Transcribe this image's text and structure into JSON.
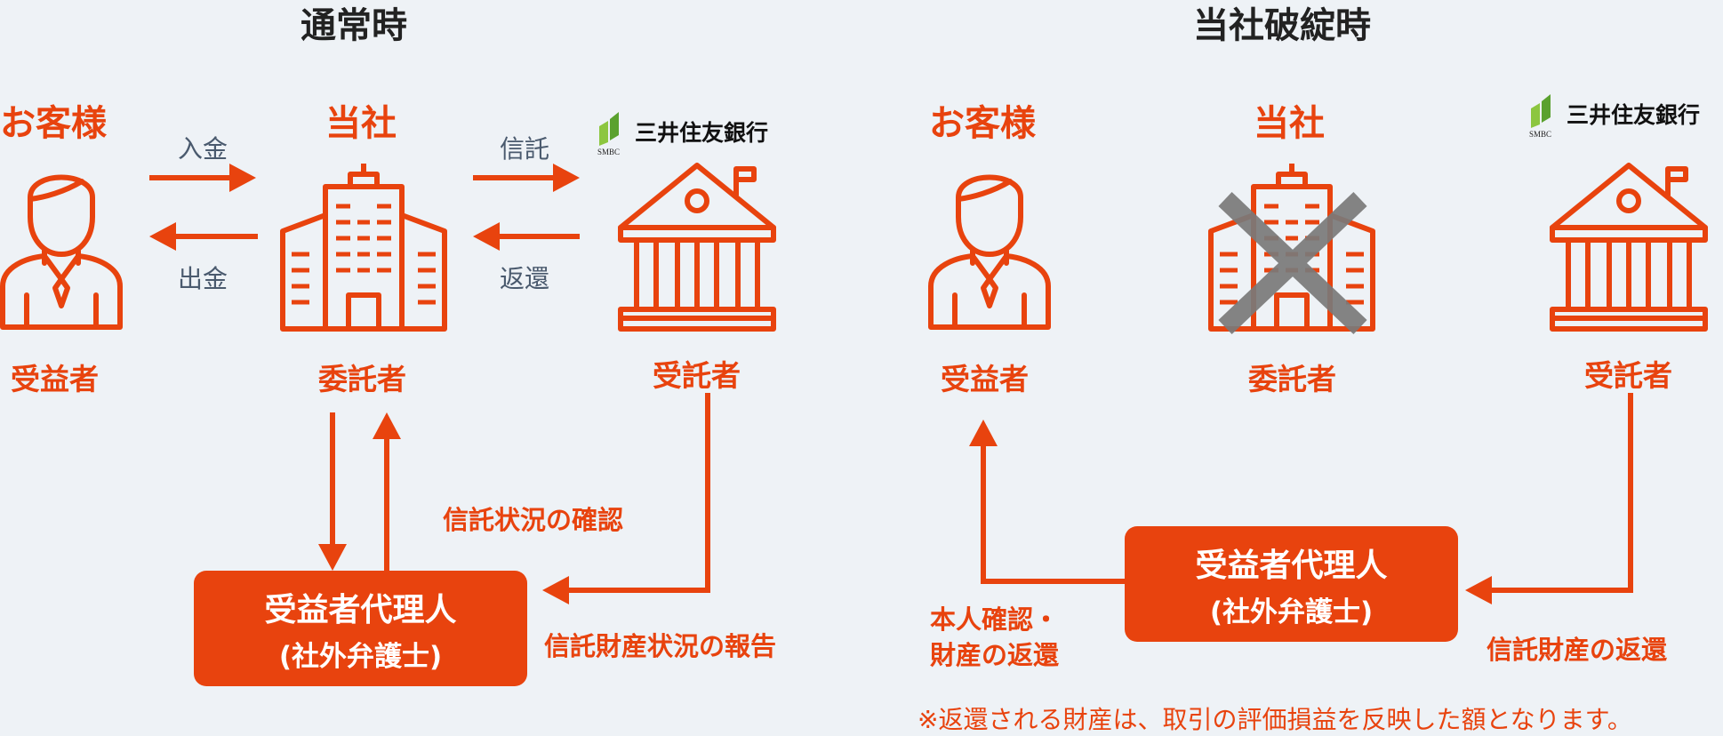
{
  "normal": {
    "title": "通常時",
    "customer_label": "お客様",
    "company_label": "当社",
    "customer_role": "受益者",
    "company_role": "委託者",
    "bank_role": "受託者",
    "deposit_label": "入金",
    "withdrawal_label": "出金",
    "trust_label": "信託",
    "return_label": "返還",
    "check_note": "信託状況の確認",
    "report_note": "信託財産状況の報告",
    "agent_line1": "受益者代理人",
    "agent_line2": "(社外弁護士)"
  },
  "bankruptcy": {
    "title": "当社破綻時",
    "customer_label": "お客様",
    "company_label": "当社",
    "customer_role": "受益者",
    "company_role": "委託者",
    "bank_role": "受託者",
    "identity_note_line1": "本人確認・",
    "identity_note_line2": "財産の返還",
    "return_note": "信託財産の返還",
    "agent_line1": "受益者代理人",
    "agent_line2": "(社外弁護士)",
    "footnote": "※返還される財産は、取引の評価損益を反映した額となります。"
  },
  "bank_logo": {
    "abbr": "SMBC",
    "name": "三井住友銀行"
  },
  "colors": {
    "accent": "#e8430e",
    "slate": "#4a5a6e",
    "cross": "#7a7a7a",
    "background": "#eef2f6"
  },
  "icons": [
    "person-icon",
    "building-icon",
    "bank-icon",
    "cross-icon",
    "smbc-logo-icon"
  ]
}
